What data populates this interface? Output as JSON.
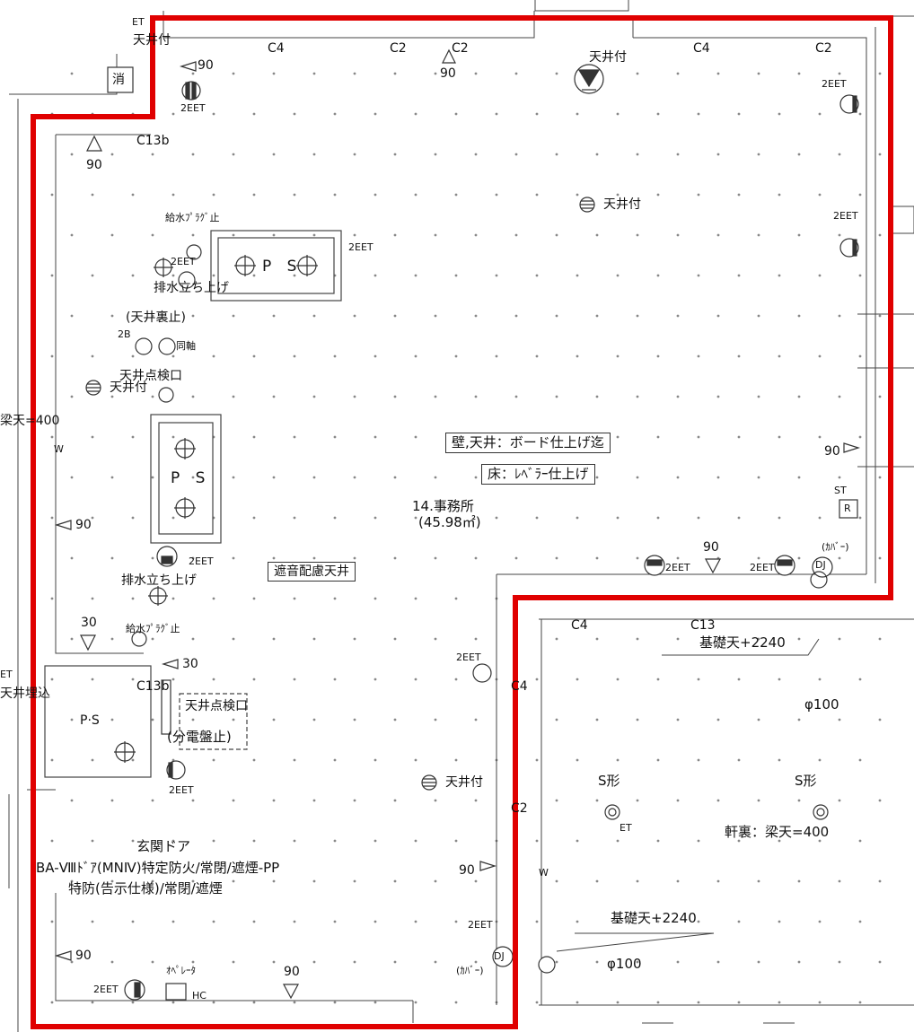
{
  "room": {
    "name": "14.事務所",
    "area": "(45.98㎡)",
    "finish_wall_ceiling": "壁,天井：ボード仕上げ迄",
    "finish_floor": "床：ﾚﾍﾞﾗｰ仕上げ",
    "acoustic_ceiling": "遮音配慮天井"
  },
  "labels": {
    "et_top": "ET",
    "ceiling_mount": "天井付",
    "ext_fire": "消",
    "c4": "C4",
    "c2": "C2",
    "c13b": "C13b",
    "c13": "C13",
    "n90": "90",
    "n30": "30",
    "eet2": "2EET",
    "water_plug": "給水ﾌﾟﾗｸﾞ止",
    "drain_riser": "排水立ち上げ",
    "ceiling_back_stop": "(天井裏止)",
    "b2": "2B",
    "coaxial": "同軸",
    "ceiling_inspection": "天井点検口",
    "ps": "P S",
    "ps_small": "P·S",
    "beam_ceiling_400": "梁天=400",
    "w_mark": "W",
    "ceiling_embedded": "天井埋込",
    "panel_stop": "(分電盤止)",
    "entrance_door": "玄関ドア",
    "door_spec_1": "BA-Ⅷﾄﾞｱ(MNⅣ)特定防火/常閉/遮煙-PP",
    "door_spec_2": "特防(告示仕様)/常閉/遮煙",
    "operator": "ｵﾍﾟﾚｰﾀ",
    "hc": "HC",
    "st": "ST",
    "r": "R",
    "cover": "(ｶﾊﾞｰ)",
    "dj": "DJ",
    "base_ceiling_2240": "基礎天+2240",
    "phi100": "φ100",
    "s_shape": "S形",
    "eaves_beam": "軒裏：梁天=400"
  },
  "colors": {
    "boundary": "#e00000",
    "lines": "#444444",
    "grid_dots": "#888888"
  }
}
